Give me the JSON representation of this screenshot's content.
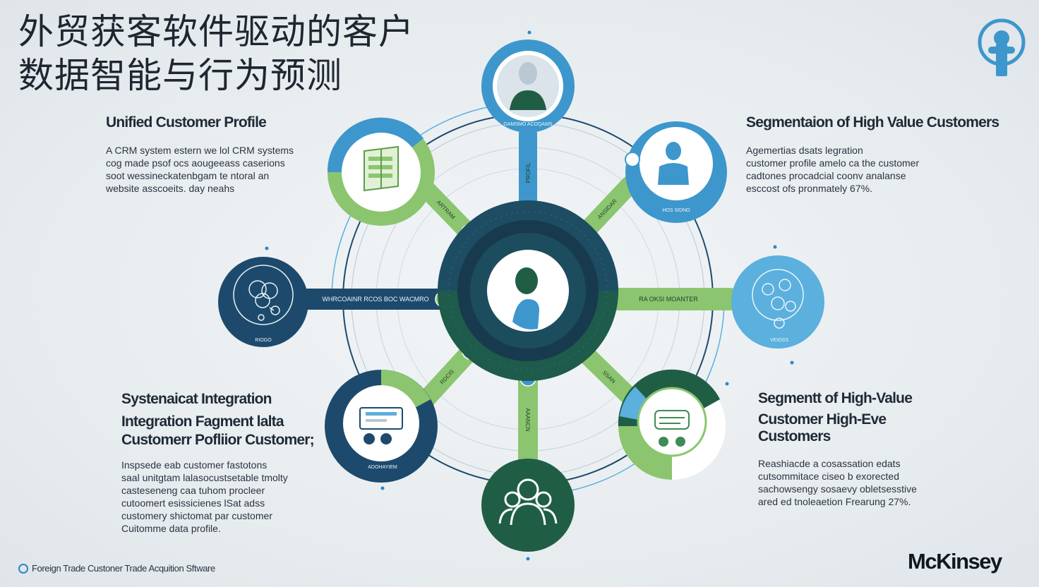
{
  "title": {
    "line1": "外贸获客软件驱动的客户",
    "line2": "数据智能与行为预测"
  },
  "sections": {
    "top_left": {
      "heading": "Unified Customer Profile",
      "lines": [
        "A CRM  system  estern  we  lol  CRM  systems",
        "cog  made  psof  ocs  aougeeass  caserions",
        "soot  wessineckatenbgam  te  ntoral  an",
        "website  asscoeits.  day  neahs"
      ]
    },
    "top_right": {
      "heading": "Segmentaion of High Value Customers",
      "lines": [
        "Agemertias  dsats  legration",
        "customer  profile  amelo  ca  the  customer",
        "cadtones  procadcial  coonv  analanse",
        "esccost  ofs  pronmately  67%."
      ]
    },
    "bottom_left": {
      "heading_lines": [
        "Systenaicat Integration",
        "Integration Fagment lalta",
        "Customerr Pofliior Customer;"
      ],
      "lines": [
        "Inspsede  eab  customer  fastotons",
        "saal  unitgtam  lalasocustsetable  tmolty",
        "casteseneng  caa  tuhom  procleer",
        "cutoomert  esissicienes  lSat  adss",
        "customery  shictomat  par  customer",
        "Cuitomme  data  profile."
      ]
    },
    "bottom_right": {
      "heading_lines": [
        "Segmentt of High-Value",
        "Customer High-Eve",
        "Customers"
      ],
      "lines": [
        "Reashiacde  a  cosassation  edats",
        "cutsommitace  ciseo  b  exorected",
        "sachowsengy  sosaevy  obletsesstive",
        "ared  ed  tnoleaetion  Frearung  27%."
      ]
    }
  },
  "diagram": {
    "spokes": [
      {
        "id": "top",
        "label": "PROFIL"
      },
      {
        "id": "top-right",
        "label": "ANSIDAR"
      },
      {
        "id": "right",
        "label": "RA OKSI MOANTER"
      },
      {
        "id": "bottom-right",
        "label": "SSAN"
      },
      {
        "id": "bottom",
        "label": "AAANCN"
      },
      {
        "id": "bottom-left",
        "label": "RDCIS"
      },
      {
        "id": "left",
        "label": "WHRCOAINR RCOS BOC WACMRO"
      },
      {
        "id": "top-left",
        "label": "ARTRAM"
      }
    ],
    "node_captions": {
      "top": "OAMSMO  ACOQAMS",
      "top-right": "HOS SIDNO",
      "left": "RIOGO",
      "right": "VEIOSS",
      "bottom-left": "ADOHAYIEM"
    },
    "colors": {
      "navy": "#1d4a6c",
      "blue": "#3d97cc",
      "light_blue": "#5bb0dd",
      "green": "#8cc56f",
      "dark_green": "#1f5e45",
      "hub": "#1b3f55"
    }
  },
  "footer": {
    "text": "Foreign Trade Custoner Trade Acquition Sftware"
  },
  "brand": "McKinsey"
}
